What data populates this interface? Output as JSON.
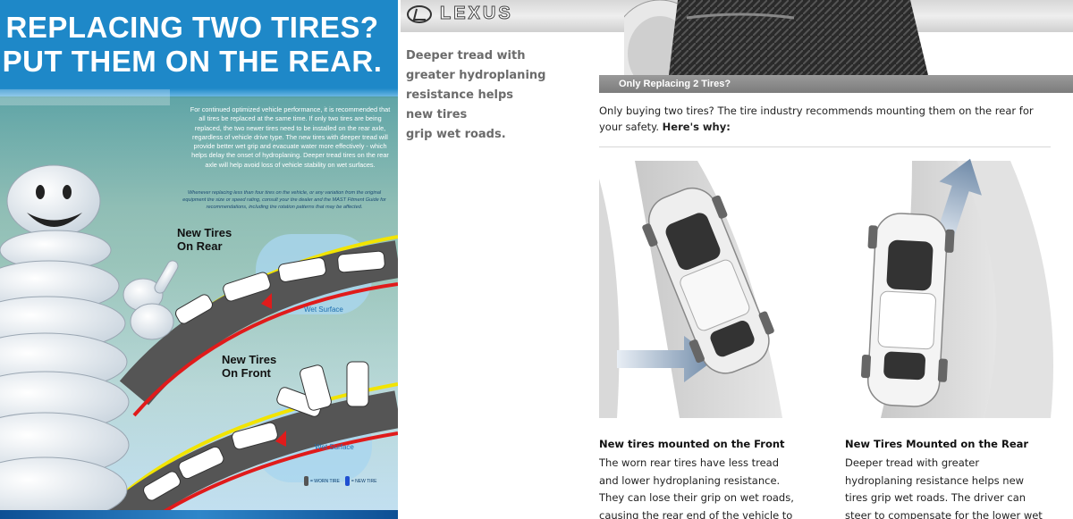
{
  "left_panel": {
    "title_line1": "REPLACING TWO TIRES?",
    "title_line2": "PUT THEM ON THE REAR.",
    "body": "For continued optimized vehicle performance, it is recommended that all tires be replaced at the same time. If only two tires are being replaced, the two newer tires need to be installed on the rear axle, regardless of vehicle drive type. The new tires with deeper tread will provide better wet grip and evacuate water more effectively - which helps delay the onset of hydroplaning. Deeper tread tires on the rear axle will help avoid loss of vehicle stability on wet surfaces.",
    "note": "Whenever replacing less than four tires on the vehicle, or any variation from the original equipment tire size or speed rating, consult your tire dealer and the MAST Fitment Guide for recommendations, including tire rotation patterns that may be affected.",
    "label_rear_1": "New Tires",
    "label_rear_2": "On Rear",
    "label_front_1": "New Tires",
    "label_front_2": "On Front",
    "wet_surface_1": "Wet Surface",
    "wet_surface_2": "Wet Surface",
    "legend_worn": "= WORN TIRE",
    "legend_new": "= NEW TIRE",
    "colors": {
      "background_blue": "#1e88c8",
      "road_yellow": "#f2e400",
      "road_red": "#e01b1b",
      "new_tire_blue": "#1f4fd1"
    }
  },
  "right_panel": {
    "brand": "LEXUS",
    "tagline_lines": [
      "Deeper tread with",
      "greater hydroplaning",
      "resistance helps",
      "new tires",
      "grip wet roads."
    ],
    "section_header": "Only Replacing 2 Tires?",
    "intro_line1": "Only buying two tires? The tire industry recommends mounting them on the rear for",
    "intro_line2_prefix": "your safety. ",
    "intro_line2_bold": "Here's why:",
    "front_title": "New tires mounted on the Front",
    "front_text": "The worn rear tires have less tread and lower hydroplaning resistance. They can lose their grip on wet roads, causing the rear end of the vehicle to",
    "rear_title": "New Tires Mounted on the Rear",
    "rear_text": "Deeper tread with greater hydroplaning resistance helps new tires grip wet roads. The driver can steer to compensate for the lower wet",
    "colors": {
      "header_gray": "#808080",
      "tagline_gray": "#6b6b6b"
    }
  }
}
